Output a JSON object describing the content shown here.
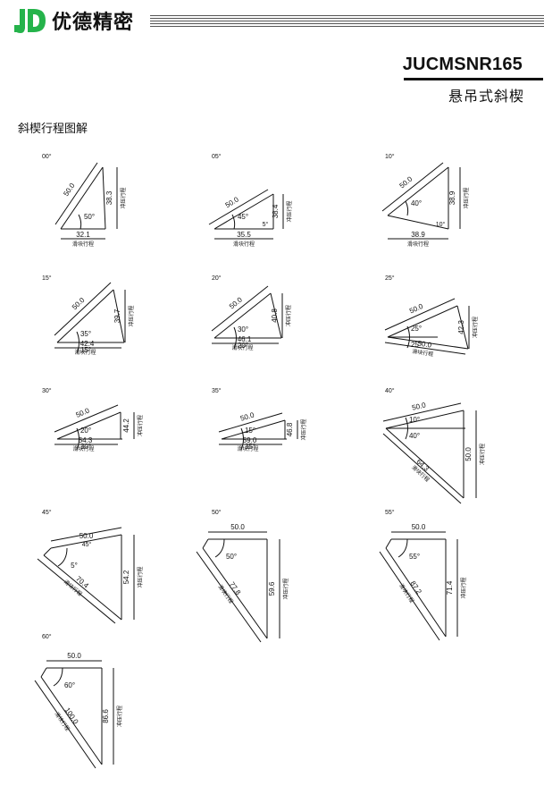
{
  "header": {
    "brand": "优德精密",
    "logo_icon": "jd-logo-icon"
  },
  "product": {
    "model": "JUCMSNR165",
    "name": "悬吊式斜楔"
  },
  "section_title": "斜楔行程图解",
  "labels": {
    "press_stroke": "冲压行程",
    "slide_stroke": "滑块行程"
  },
  "diagrams": [
    {
      "angle": "00°",
      "hyp": "50.0",
      "a1": "50°",
      "a2": "",
      "vert": "38.3",
      "slide": "32.1"
    },
    {
      "angle": "05°",
      "hyp": "50.0",
      "a1": "45°",
      "a2": "5°",
      "vert": "38.4",
      "slide": "35.5"
    },
    {
      "angle": "10°",
      "hyp": "50.0",
      "a1": "40°",
      "a2": "10°",
      "vert": "38.9",
      "slide": "38.9"
    },
    {
      "angle": "15°",
      "hyp": "50.0",
      "a1": "35°",
      "a2": "15°",
      "vert": "39.7",
      "slide": "42.4"
    },
    {
      "angle": "20°",
      "hyp": "50.0",
      "a1": "30°",
      "a2": "20°",
      "vert": "40.8",
      "slide": "46.1"
    },
    {
      "angle": "25°",
      "hyp": "50.0",
      "a1": "25°",
      "a2": "25°",
      "vert": "42.3",
      "slide": "50.0"
    },
    {
      "angle": "30°",
      "hyp": "50.0",
      "a1": "20°",
      "a2": "30°",
      "vert": "44.2",
      "slide": "54.3"
    },
    {
      "angle": "35°",
      "hyp": "50.0",
      "a1": "15°",
      "a2": "35°",
      "vert": "46.8",
      "slide": "59.0"
    },
    {
      "angle": "40°",
      "hyp": "50.0",
      "a1": "10°",
      "a2": "40°",
      "vert": "50.0",
      "slide": "64.3"
    },
    {
      "angle": "45°",
      "hyp": "50.0",
      "a1": "5°",
      "a2": "45°",
      "vert": "54.2",
      "slide": "70.4"
    },
    {
      "angle": "50°",
      "hyp": "50.0",
      "a1": "50°",
      "a2": "",
      "vert": "59.6",
      "slide": "77.8"
    },
    {
      "angle": "55°",
      "hyp": "50.0",
      "a1": "55°",
      "a2": "",
      "vert": "71.4",
      "slide": "87.2"
    },
    {
      "angle": "60°",
      "hyp": "50.0",
      "a1": "60°",
      "a2": "",
      "vert": "86.6",
      "slide": "100.0"
    }
  ]
}
